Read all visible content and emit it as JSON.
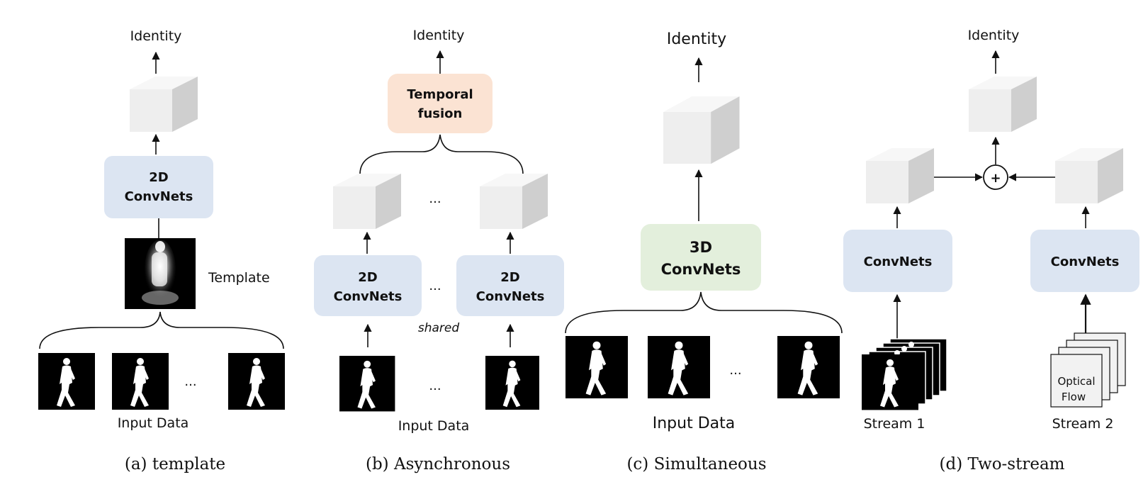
{
  "panels": {
    "a": {
      "caption": "(a) template",
      "output": "Identity",
      "net": [
        "2D",
        "ConvNets"
      ],
      "template_label": "Template",
      "input_label": "Input Data",
      "ellipsis": "..."
    },
    "b": {
      "caption": "(b) Asynchronous",
      "output": "Identity",
      "fusion": [
        "Temporal",
        "fusion"
      ],
      "net": [
        "2D",
        "ConvNets"
      ],
      "shared": "shared",
      "input_label": "Input Data",
      "ellipsis": "..."
    },
    "c": {
      "caption": "(c) Simultaneous",
      "output": "Identity",
      "net": [
        "3D",
        "ConvNets"
      ],
      "input_label": "Input Data",
      "ellipsis": "..."
    },
    "d": {
      "caption": "(d) Two-stream",
      "output": "Identity",
      "net": "ConvNets",
      "stream1": "Stream 1",
      "stream2": "Stream 2",
      "flow": [
        "Optical",
        "Flow"
      ],
      "plus": "+"
    }
  },
  "colors": {
    "net_blue": "#dce5f2",
    "fusion_orange": "#fbe3d3",
    "net_green": "#e3efdc",
    "cube_front": "#eeeeee",
    "cube_top": "#f7f7f7",
    "cube_side": "#cfcfcf"
  },
  "icons": {
    "feature": "cuboid-icon",
    "silhouette": "walking-silhouette-icon",
    "template": "gait-energy-image-icon",
    "sum": "circled-plus-icon"
  }
}
